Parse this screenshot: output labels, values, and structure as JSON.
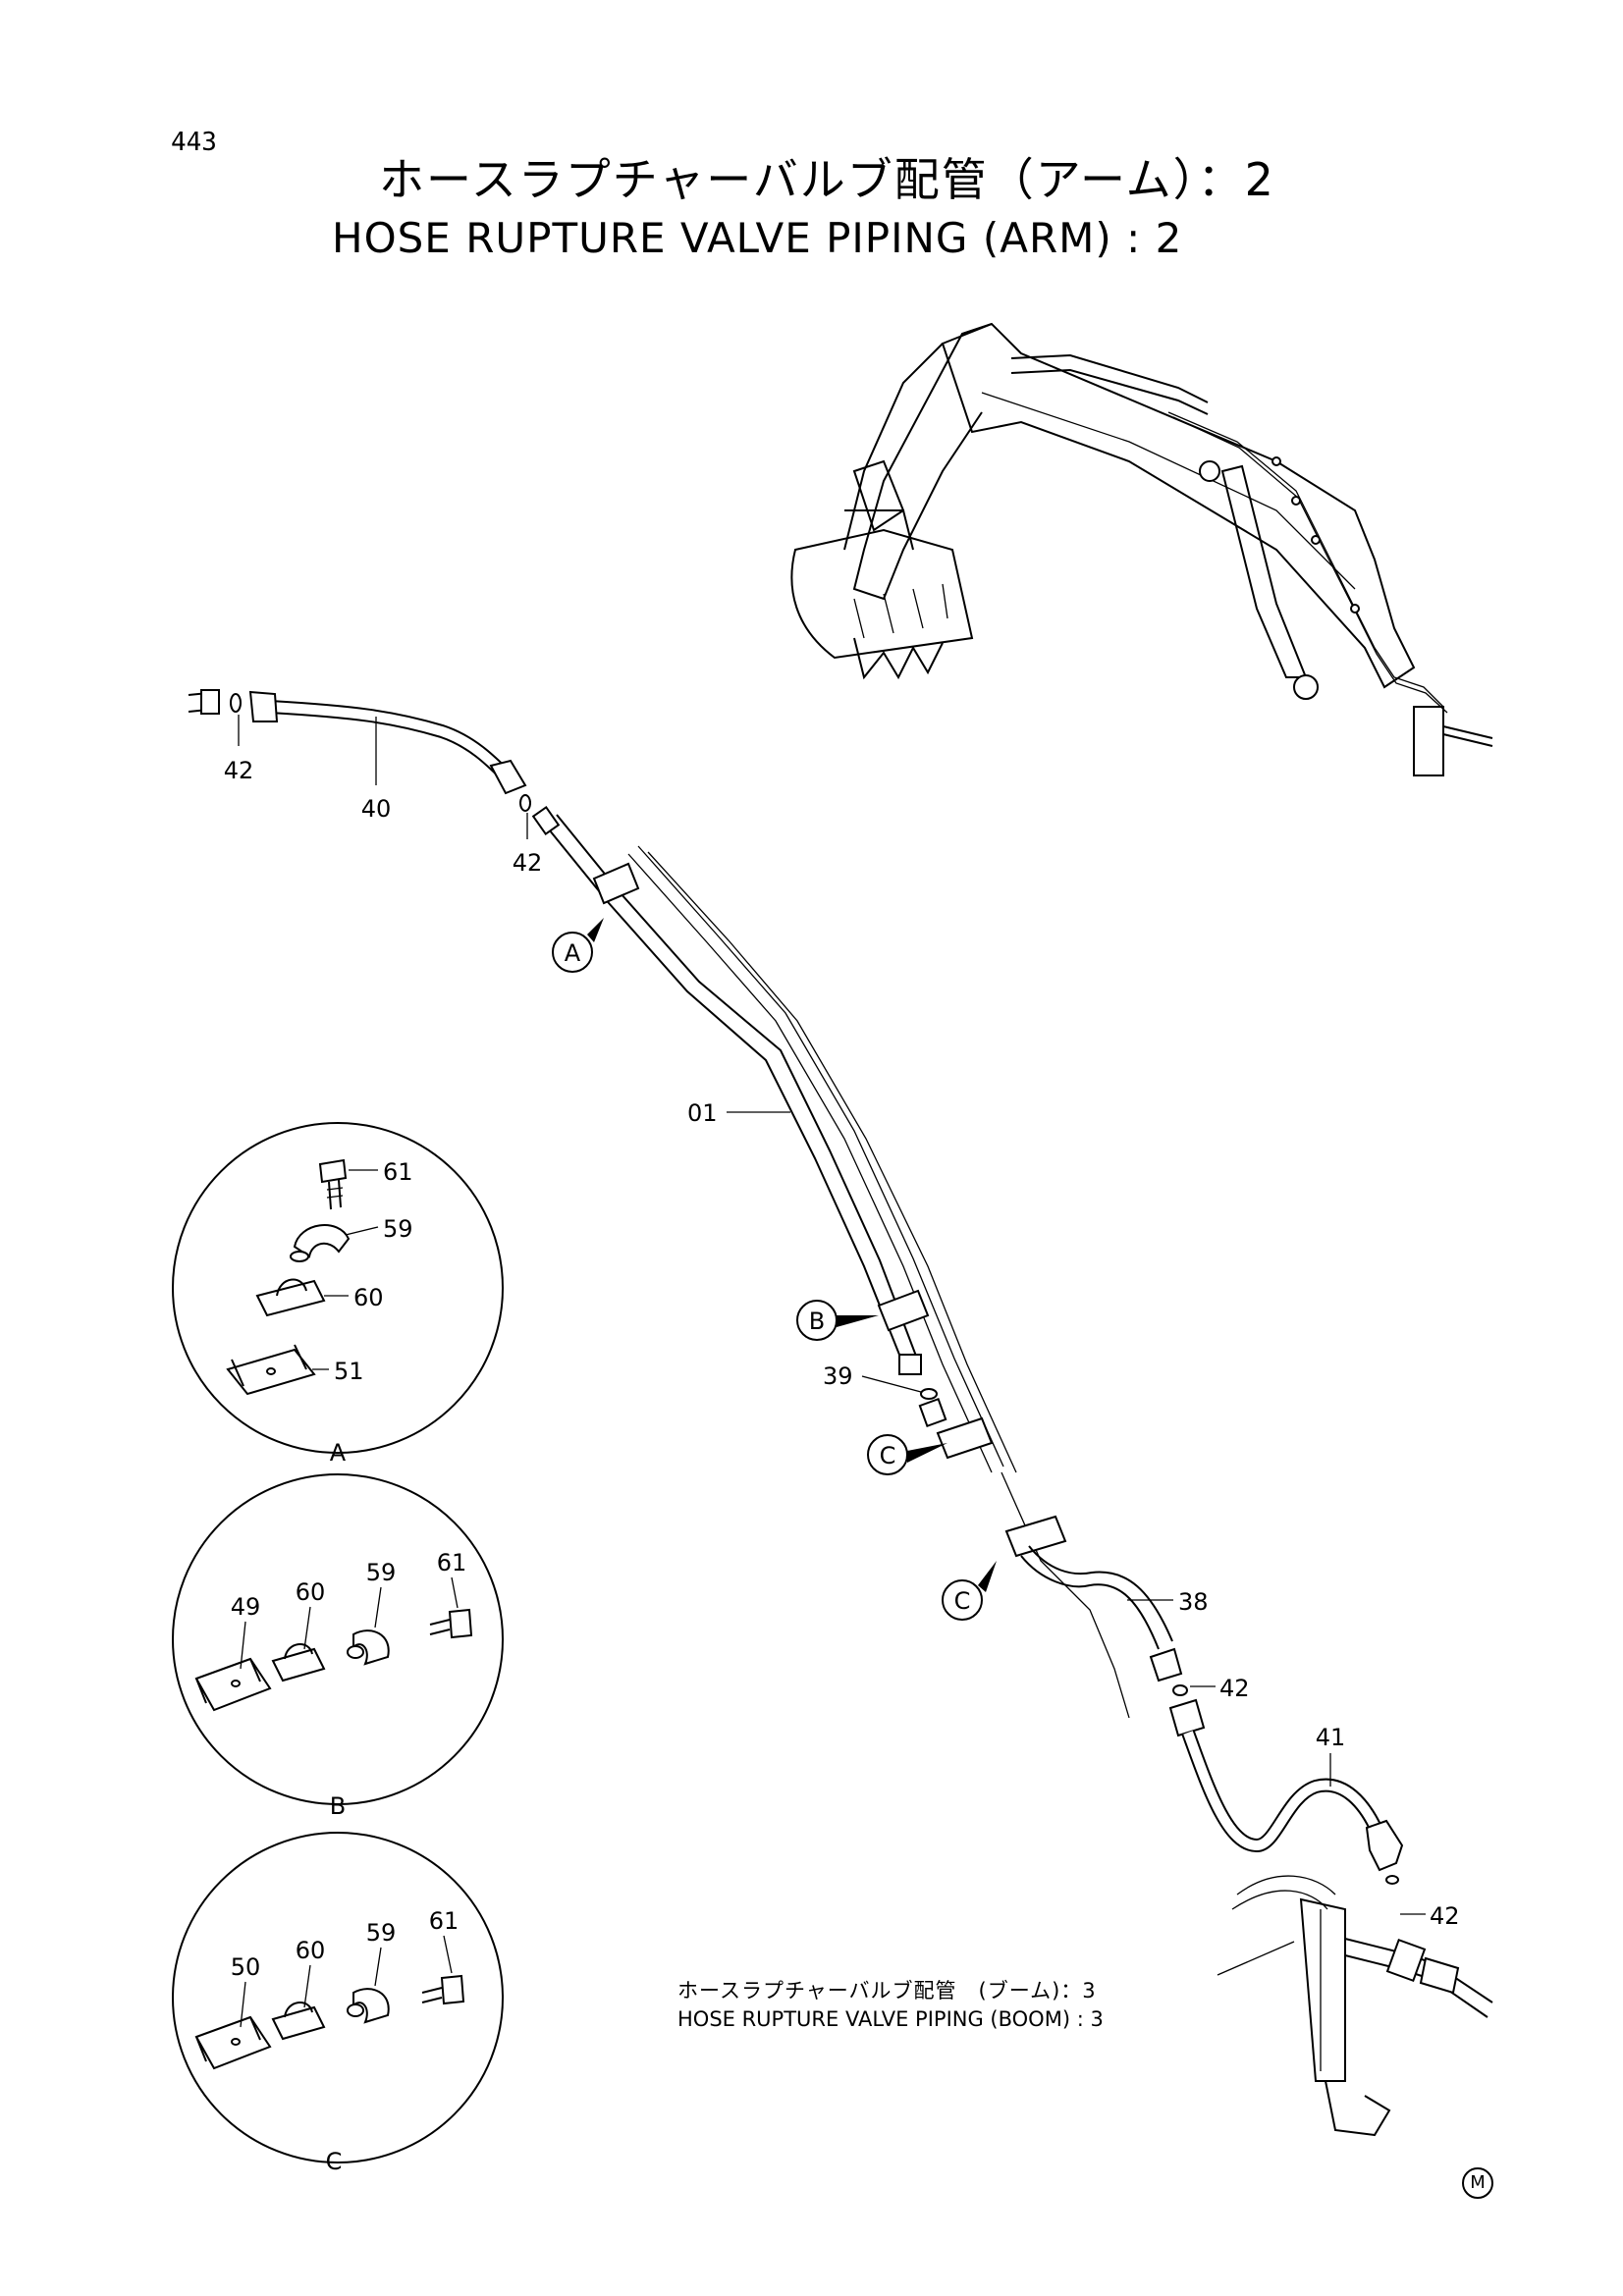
{
  "page_number": "443",
  "title_jp": "ホースラプチャーバルブ配管（アーム）：2",
  "title_en": "HOSE RUPTURE VALVE PIPING (ARM) : 2",
  "note_jp": "ホースラプチャーバルブ配管　(ブーム)：3",
  "note_en": "HOSE RUPTURE VALVE PIPING (BOOM) : 3",
  "mark": "M",
  "main_labels": {
    "p42a": "42",
    "p40": "40",
    "p42b": "42",
    "p01": "01",
    "p39": "39",
    "p38": "38",
    "p42c": "42",
    "p41": "41",
    "p42d": "42"
  },
  "callouts": {
    "a": "A",
    "b": "B",
    "c1": "C",
    "c2": "C"
  },
  "detail_a": {
    "label": "A",
    "parts": [
      "61",
      "59",
      "60",
      "51"
    ]
  },
  "detail_b": {
    "label": "B",
    "parts": [
      "49",
      "60",
      "59",
      "61"
    ]
  },
  "detail_c": {
    "label": "C",
    "parts": [
      "50",
      "60",
      "59",
      "61"
    ]
  }
}
